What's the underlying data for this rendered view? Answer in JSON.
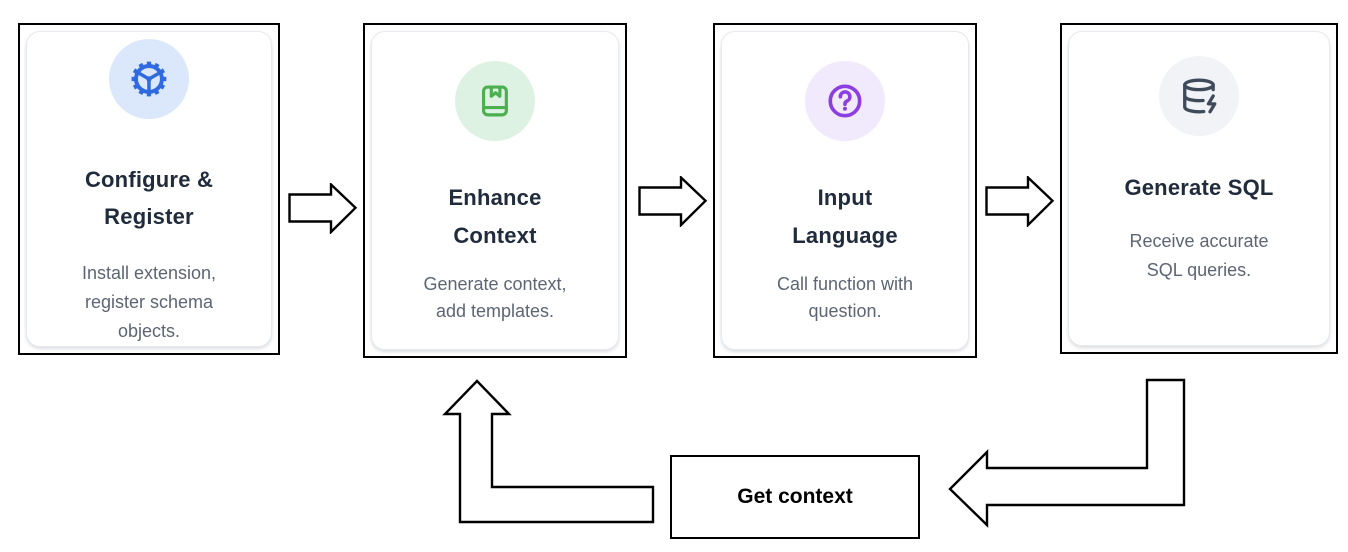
{
  "flow": {
    "steps": [
      {
        "title": [
          "Configure &",
          "Register"
        ],
        "description": [
          "Install extension,",
          "register schema",
          "objects."
        ],
        "icon": "gear-icon",
        "icon_color": "#2f6ae0",
        "icon_bg": "#dbe7fa"
      },
      {
        "title": [
          "Enhance",
          "Context"
        ],
        "description": [
          "Generate context,",
          "add templates."
        ],
        "icon": "book-bookmark-icon",
        "icon_color": "#4caf50",
        "icon_bg": "#def2e3"
      },
      {
        "title": [
          "Input",
          "Language"
        ],
        "description": [
          "Call function with",
          "question."
        ],
        "icon": "circle-question-icon",
        "icon_color": "#8b3fe0",
        "icon_bg": "#f1e9fc"
      },
      {
        "title": [
          "Generate SQL"
        ],
        "description": [
          "Receive accurate",
          "SQL queries."
        ],
        "icon": "database-zap-icon",
        "icon_color": "#3f4b5b",
        "icon_bg": "#f1f3f6"
      }
    ],
    "loop": {
      "label": "Get context"
    },
    "colors": {
      "card_border": "#000000",
      "title_text": "#202b3c",
      "body_text": "#5d6574",
      "arrow_fill": "#ffffff",
      "arrow_stroke": "#000000"
    }
  }
}
